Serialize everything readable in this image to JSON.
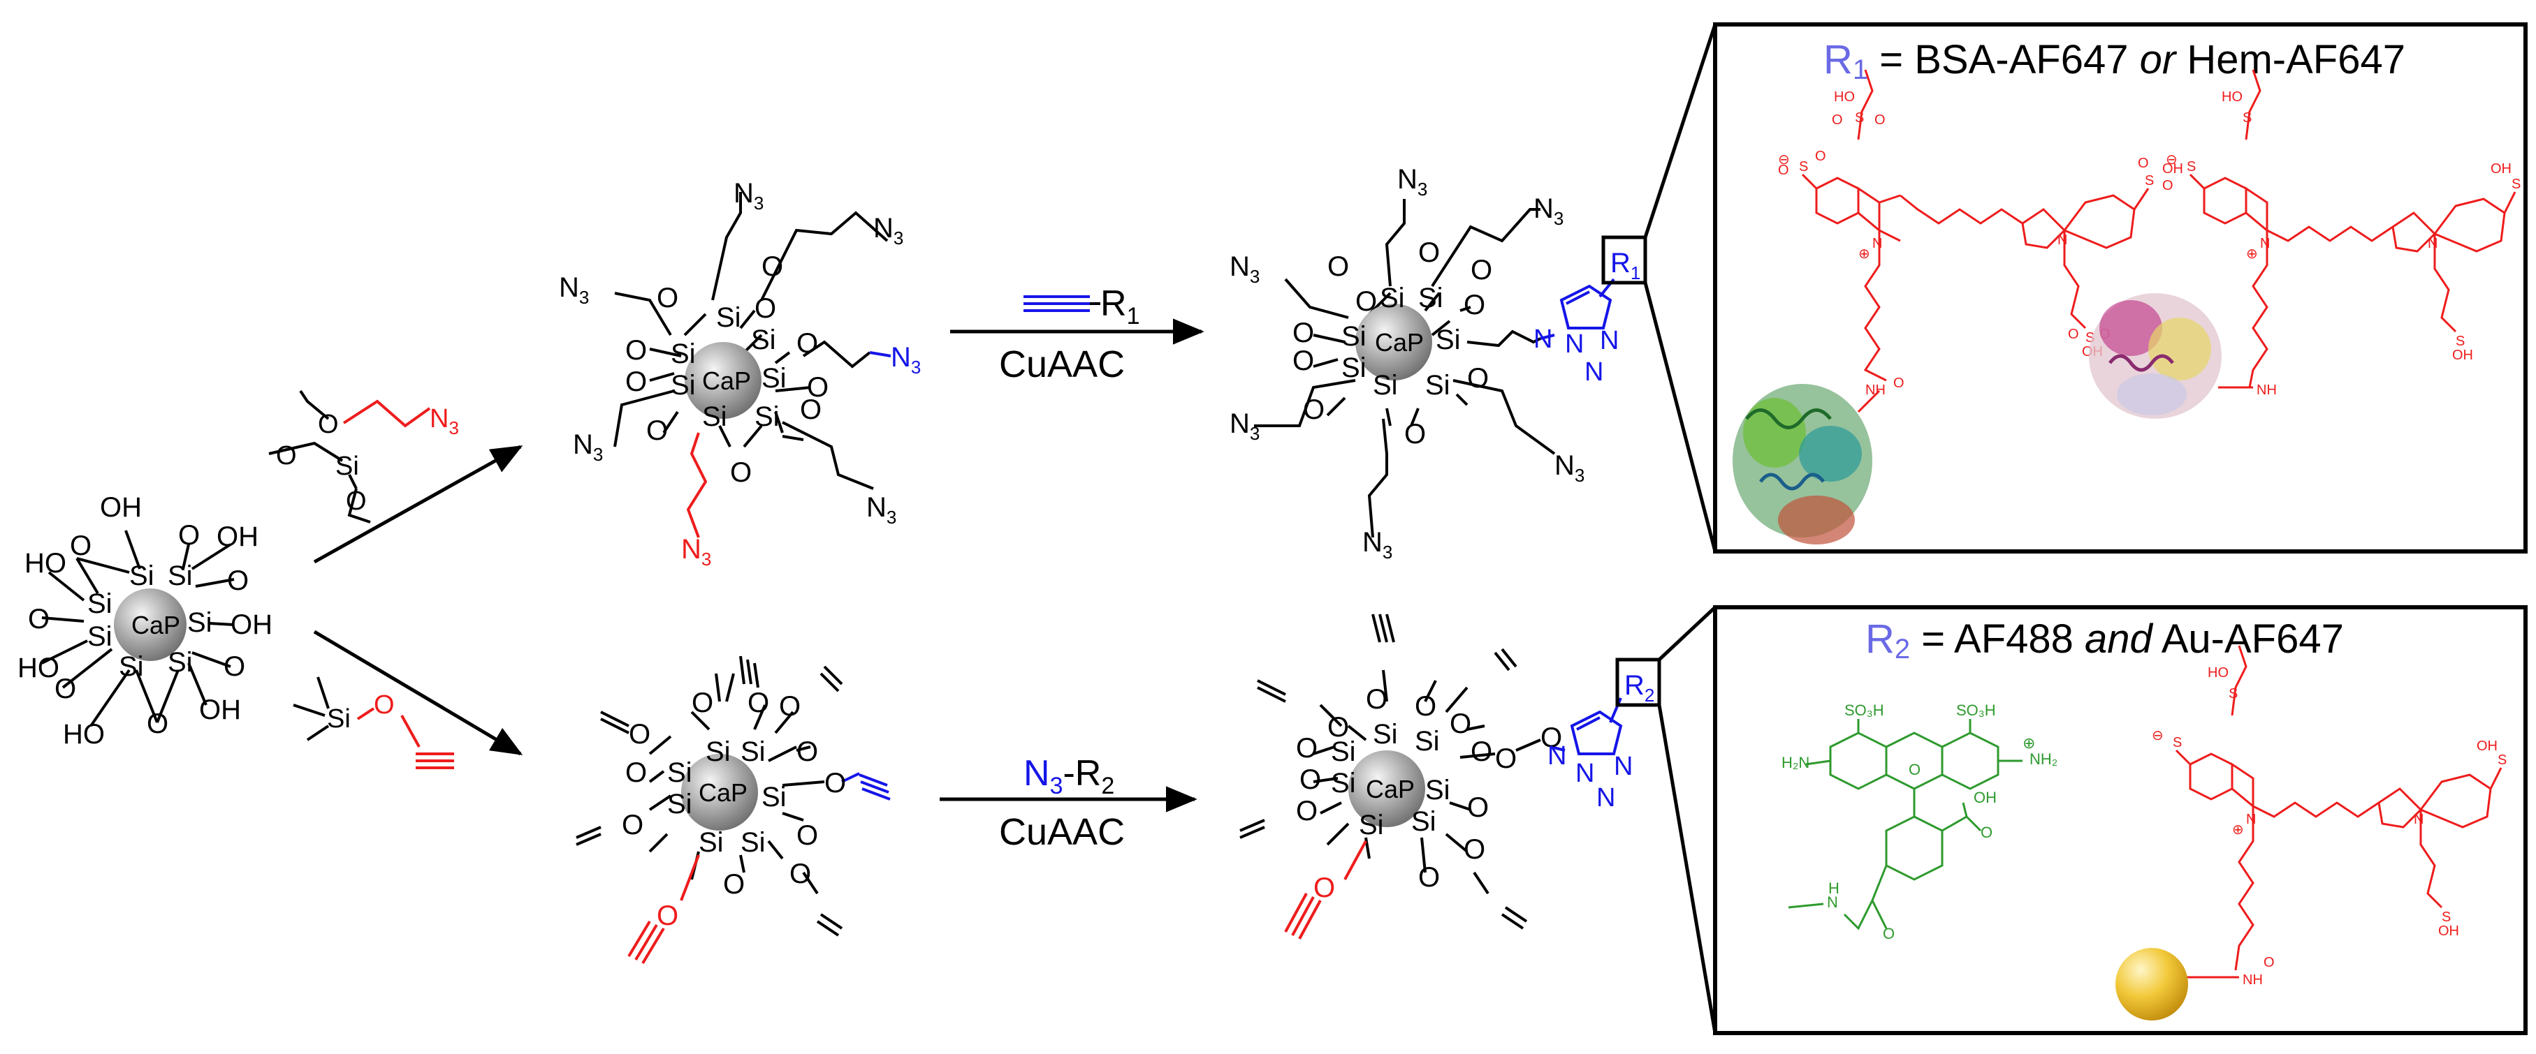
{
  "colors": {
    "black": "#000000",
    "red": "#ee1c1c",
    "blue": "#1515e8",
    "label_blue": "#6a6ae6",
    "green": "#2e9a2e",
    "core_gray": "#9a9a9a",
    "gold": "#e8b820"
  },
  "atoms": {
    "si": "Si",
    "o": "O",
    "oh": "OH",
    "ho": "HO",
    "n": "N",
    "n_sub": "3",
    "core": "CaP"
  },
  "reagent_silane": {
    "o": "O",
    "si": "Si",
    "n": "N",
    "n_sub": "3"
  },
  "reagent_alkyne_silane": {
    "si": "Si",
    "o": "O"
  },
  "arrow_top": {
    "reagent_r": "R",
    "reagent_sub": "1",
    "label": "CuAAC"
  },
  "arrow_bottom": {
    "reagent_n": "N",
    "reagent_n_sub": "3",
    "reagent_r": "-R",
    "reagent_r_sub": "2",
    "label": "CuAAC"
  },
  "triazole_top": {
    "r": "R",
    "sub": "1"
  },
  "triazole_bottom": {
    "r": "R",
    "sub": "2"
  },
  "panel_top": {
    "r": "R",
    "sub": "1",
    "title_pre": " = BSA-AF647 ",
    "title_or": "or",
    "title_post": " Hem-AF647"
  },
  "panel_bottom": {
    "r": "R",
    "sub": "2",
    "title_pre": " = AF488 ",
    "title_and": "and",
    "title_post": " Au-AF647"
  },
  "dye_labels": {
    "ho": "HO",
    "s": "S",
    "o": "O",
    "oh": "OH",
    "n": "N",
    "nh": "NH",
    "h": "H",
    "so3h": "SO₃H",
    "h2n": "H₂N",
    "nh2": "NH₂",
    "plus": "⊕",
    "minus": "⊖"
  }
}
